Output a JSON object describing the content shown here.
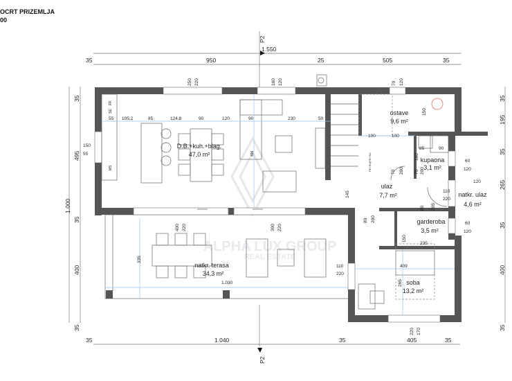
{
  "title": {
    "line1": "OCRT PRIZEMLJA",
    "line2": "00"
  },
  "section_marker": "P2",
  "watermark": {
    "line1": "ALPHA LUX GROUP",
    "line2": "REAL ESTATE"
  },
  "dims_top": {
    "total": "1.550",
    "d1": "35",
    "d2": "950",
    "d3": "25",
    "d4": "505",
    "d5": "35"
  },
  "dims_bottom": {
    "d1": "35",
    "d2": "1.040",
    "d3": "35",
    "d4": "405",
    "d5": "35"
  },
  "dims_left": {
    "total": "1.000",
    "d1": "35",
    "d2": "495",
    "d3": "35",
    "d4": "400",
    "d5": "35"
  },
  "dims_right": {
    "d1": "35",
    "d2": "195",
    "d3": "35",
    "d4": "265",
    "d5": "35",
    "d6": "400",
    "d7": "35"
  },
  "windows": {
    "w1a": "250",
    "w1b": "220",
    "w2a": "160",
    "w2b": "120",
    "w3a": "70",
    "w3b": "120",
    "w4a": "150",
    "w4b": "55",
    "w5a": "400",
    "w5b": "220",
    "w6a": "300",
    "w6b": "220",
    "w7a": "110",
    "w7b": "220",
    "w8a": "220",
    "w8b": "170",
    "w9a": "60",
    "w9b": "120",
    "w10a": "60",
    "w10b": "120",
    "w11a": "110",
    "w11b": "220"
  },
  "inner_dims": {
    "k1": "55",
    "k2": "105,2",
    "k3": "85",
    "k4": "124,8",
    "k5": "90",
    "k6": "120",
    "k7": "90",
    "k8": "230",
    "k9": "50",
    "k10": "496",
    "o1": "150",
    "o2": "100",
    "o3": "100",
    "b1": "85",
    "b2": "90",
    "b3": "180",
    "d1a": "70",
    "d1b": "200",
    "d2a": "70",
    "d2b": "200",
    "u1": "145",
    "u2": "120",
    "g1": "80",
    "g2": "205",
    "g3": "80",
    "g4": "200",
    "g5": "150",
    "g6": "235",
    "t1": "335",
    "t2": "1.030",
    "s1": "409",
    "s2": "265"
  },
  "fixtures": {
    "fridge": "FR",
    "oven": "SE",
    "dishwasher": "MS",
    "washer": "PE+SU|PE+SU"
  },
  "rooms": [
    {
      "name": "D.B.+kuh.+blag.",
      "area": "47,0 m²"
    },
    {
      "name": "ostave",
      "area": "9,6 m²"
    },
    {
      "name": "kupaona",
      "area": "3,1 m²"
    },
    {
      "name": "ulaz",
      "area": "7,7 m²"
    },
    {
      "name": "natkr. ulaz",
      "area": "4,6 m²"
    },
    {
      "name": "garderoba",
      "area": "3,5 m²"
    },
    {
      "name": "natkr. terasa",
      "area": "34,3 m²"
    },
    {
      "name": "soba",
      "area": "13,2 m²"
    }
  ],
  "colors": {
    "wall": "#555555",
    "dimension_blue": "#9cc3e6"
  }
}
